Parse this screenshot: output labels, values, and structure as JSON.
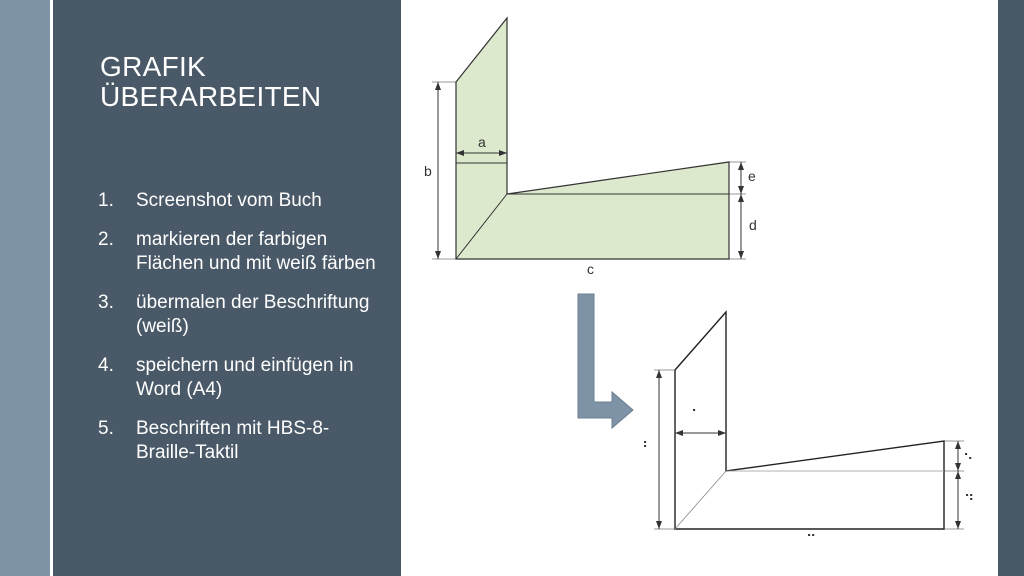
{
  "slide": {
    "title_lines": [
      "GRAFIK",
      "ÜBERARBEITEN"
    ],
    "steps": [
      {
        "num": "1.",
        "text": "Screenshot vom Buch"
      },
      {
        "num": "2.",
        "text": "markieren der farbigen Flächen und mit weiß färben"
      },
      {
        "num": "3.",
        "text": "übermalen der Beschriftung (weiß)"
      },
      {
        "num": "4.",
        "text": "speichern und einfügen in Word (A4)"
      },
      {
        "num": "5.",
        "text": "Beschriften mit HBS-8-Braille-Taktil"
      }
    ]
  },
  "figure_top": {
    "labels": {
      "a": "a",
      "b": "b",
      "c": "c",
      "d": "d",
      "e": "e"
    },
    "fill_color": "#dde9cc"
  },
  "figure_bottom": {
    "braille_labels": {
      "a": "⠁",
      "b": "⠃",
      "c": "⠉",
      "d": "⠙",
      "e": "⠑"
    }
  },
  "arrow": {
    "icon": "arrow-down-right-icon",
    "color": "#7f93a6"
  },
  "colors": {
    "panel": "#4a5967",
    "strip": "#7f93a6"
  }
}
